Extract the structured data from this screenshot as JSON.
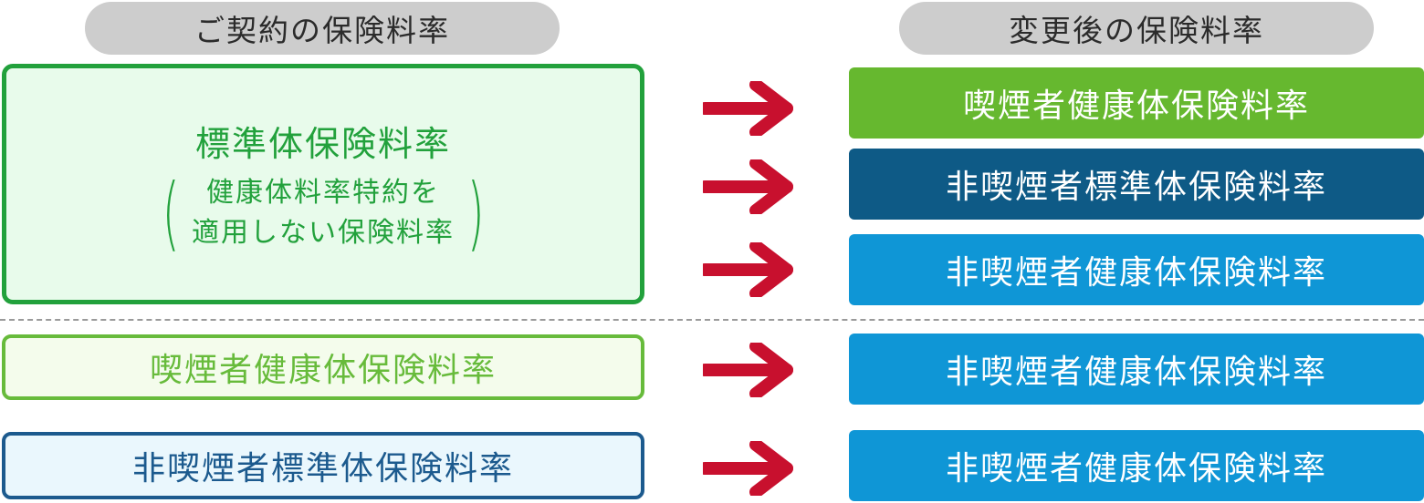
{
  "headers": {
    "before": "ご契約の保険料率",
    "after": "変更後の保険料率"
  },
  "left": {
    "standard": {
      "title": "標準体保険料率",
      "open_paren": "(",
      "close_paren": ")",
      "note_line1": "健康体料率特約を",
      "note_line2": "適用しない保険料率"
    },
    "smoker_healthy": "喫煙者健康体保険料率",
    "nonsmoker_standard": "非喫煙者標準体保険料率"
  },
  "right": {
    "r1": "喫煙者健康体保険料率",
    "r2": "非喫煙者標準体保険料率",
    "r3": "非喫煙者健康体保険料率",
    "r4": "非喫煙者健康体保険料率",
    "r5": "非喫煙者健康体保険料率"
  },
  "colors": {
    "standard_green": "#22a13c",
    "smoker_green": "#67bb3b",
    "navy": "#0e5a86",
    "sky_blue": "#0f96d6",
    "arrow_red": "#c8102e",
    "header_gray": "#cdcdcd"
  }
}
